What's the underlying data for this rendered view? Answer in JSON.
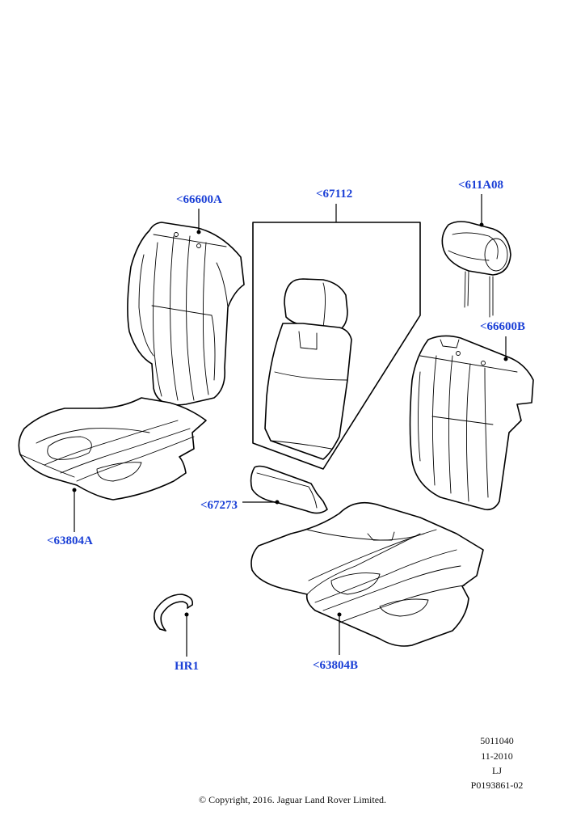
{
  "callouts": {
    "c66600A": "<66600A",
    "c67112": "<67112",
    "c611A08": "<611A08",
    "c66600B": "<66600B",
    "c67273": "<67273",
    "c63804A": "<63804A",
    "c63804B": "<63804B",
    "cHR1": "HR1"
  },
  "meta": {
    "code": "5011040",
    "date": "11-2010",
    "initials": "LJ",
    "ref": "P0193861-02"
  },
  "copyright": "© Copyright, 2016. Jaguar Land Rover Limited.",
  "colors": {
    "callout": "#1a3fd6",
    "line": "#000000"
  }
}
